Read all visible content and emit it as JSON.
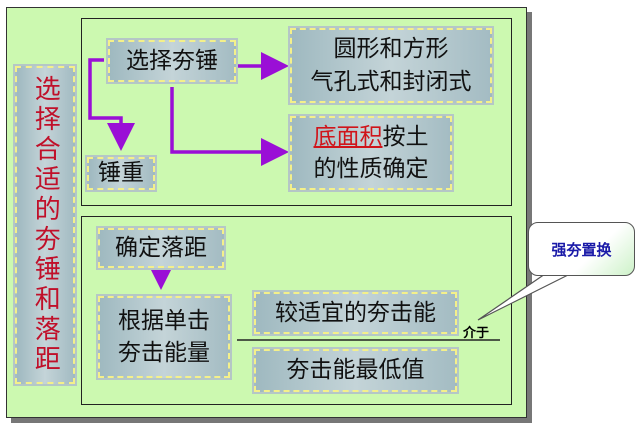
{
  "title": "选择合适的夯锤和落距",
  "top": {
    "select_hammer": "选择夯锤",
    "shape_line1": "圆形和方形",
    "shape_line2": "气孔式和封闭式",
    "base_red": "底面积",
    "base_rest": "按土",
    "base_line2": "的性质确定",
    "weight": "锤重"
  },
  "bottom": {
    "drop": "确定落距",
    "energy_line1": "根据单击",
    "energy_line2": "夯击能量",
    "suitable": "较适宜的夯击能",
    "minimum": "夯击能最低值",
    "between": "介于"
  },
  "callout": "强夯置换",
  "colors": {
    "arrow": "#9a0fd6",
    "title": "#c0102a",
    "panel": "#ccf9b0"
  }
}
